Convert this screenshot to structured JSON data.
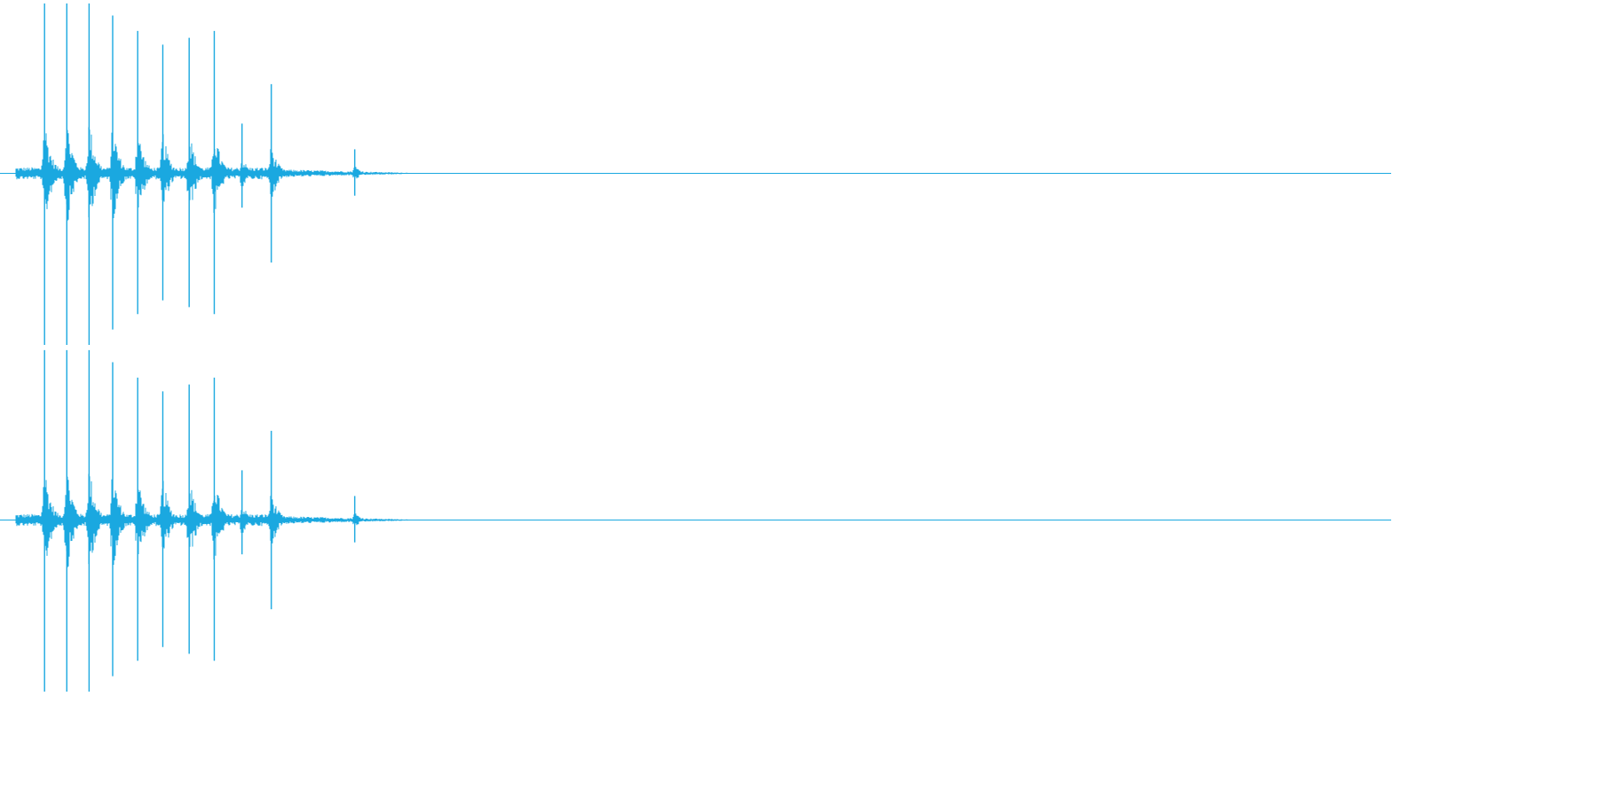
{
  "waveform": {
    "color": "#1aa8e0",
    "background": "#ffffff",
    "channels": [
      {
        "name": "",
        "transients": [
          {
            "t": 0.032,
            "pos": 0.99,
            "neg": 1.0
          },
          {
            "t": 0.048,
            "pos": 0.99,
            "neg": 1.0
          },
          {
            "t": 0.064,
            "pos": 0.99,
            "neg": 1.0
          },
          {
            "t": 0.081,
            "pos": 0.92,
            "neg": 0.91
          },
          {
            "t": 0.099,
            "pos": 0.83,
            "neg": 0.82
          },
          {
            "t": 0.117,
            "pos": 0.75,
            "neg": 0.74
          },
          {
            "t": 0.136,
            "pos": 0.79,
            "neg": 0.78
          },
          {
            "t": 0.154,
            "pos": 0.83,
            "neg": 0.82
          },
          {
            "t": 0.174,
            "pos": 0.29,
            "neg": 0.2
          },
          {
            "t": 0.195,
            "pos": 0.52,
            "neg": 0.52
          },
          {
            "t": 0.255,
            "pos": 0.14,
            "neg": 0.13
          }
        ],
        "noise_end": 0.293
      },
      {
        "name": "",
        "transients": [
          {
            "t": 0.032,
            "pos": 0.99,
            "neg": 1.0
          },
          {
            "t": 0.048,
            "pos": 0.99,
            "neg": 1.0
          },
          {
            "t": 0.064,
            "pos": 0.99,
            "neg": 1.0
          },
          {
            "t": 0.081,
            "pos": 0.92,
            "neg": 0.91
          },
          {
            "t": 0.099,
            "pos": 0.83,
            "neg": 0.82
          },
          {
            "t": 0.117,
            "pos": 0.75,
            "neg": 0.74
          },
          {
            "t": 0.136,
            "pos": 0.79,
            "neg": 0.78
          },
          {
            "t": 0.154,
            "pos": 0.83,
            "neg": 0.82
          },
          {
            "t": 0.174,
            "pos": 0.29,
            "neg": 0.2
          },
          {
            "t": 0.195,
            "pos": 0.52,
            "neg": 0.52
          },
          {
            "t": 0.255,
            "pos": 0.14,
            "neg": 0.13
          }
        ],
        "noise_end": 0.293
      }
    ]
  }
}
